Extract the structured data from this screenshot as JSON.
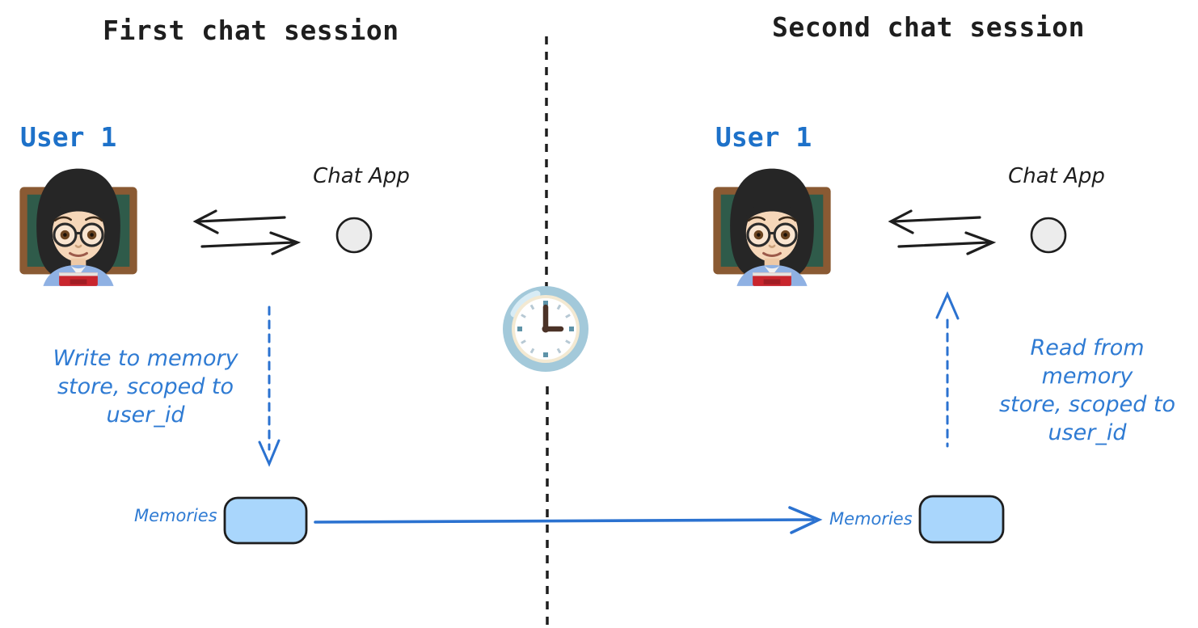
{
  "left_session": {
    "title": "First chat session",
    "user_label": "User 1",
    "chat_app_label": "Chat App",
    "annotation": "Write to memory\nstore, scoped to\nuser_id",
    "memory_label": "Memories"
  },
  "right_session": {
    "title": "Second chat session",
    "user_label": "User 1",
    "chat_app_label": "Chat App",
    "annotation": "Read from memory\nstore, scoped to\nuser_id",
    "memory_label": "Memories"
  },
  "icons": {
    "left_user_avatar": "woman-teacher-emoji",
    "right_user_avatar": "woman-teacher-emoji",
    "center_time_icon": "clock-emoji",
    "left_chat_app_node": "circle-node",
    "right_chat_app_node": "circle-node"
  },
  "colors": {
    "ink": "#1e1e1e",
    "handwriting_blue": "#2f7bd3",
    "user_label_blue": "#1d71c9",
    "arrow_blue": "#2b72d0",
    "memory_box_fill": "#a9d6fc",
    "chat_app_circle_fill": "#ececec",
    "clock_rim_blue": "#a3c9da"
  }
}
